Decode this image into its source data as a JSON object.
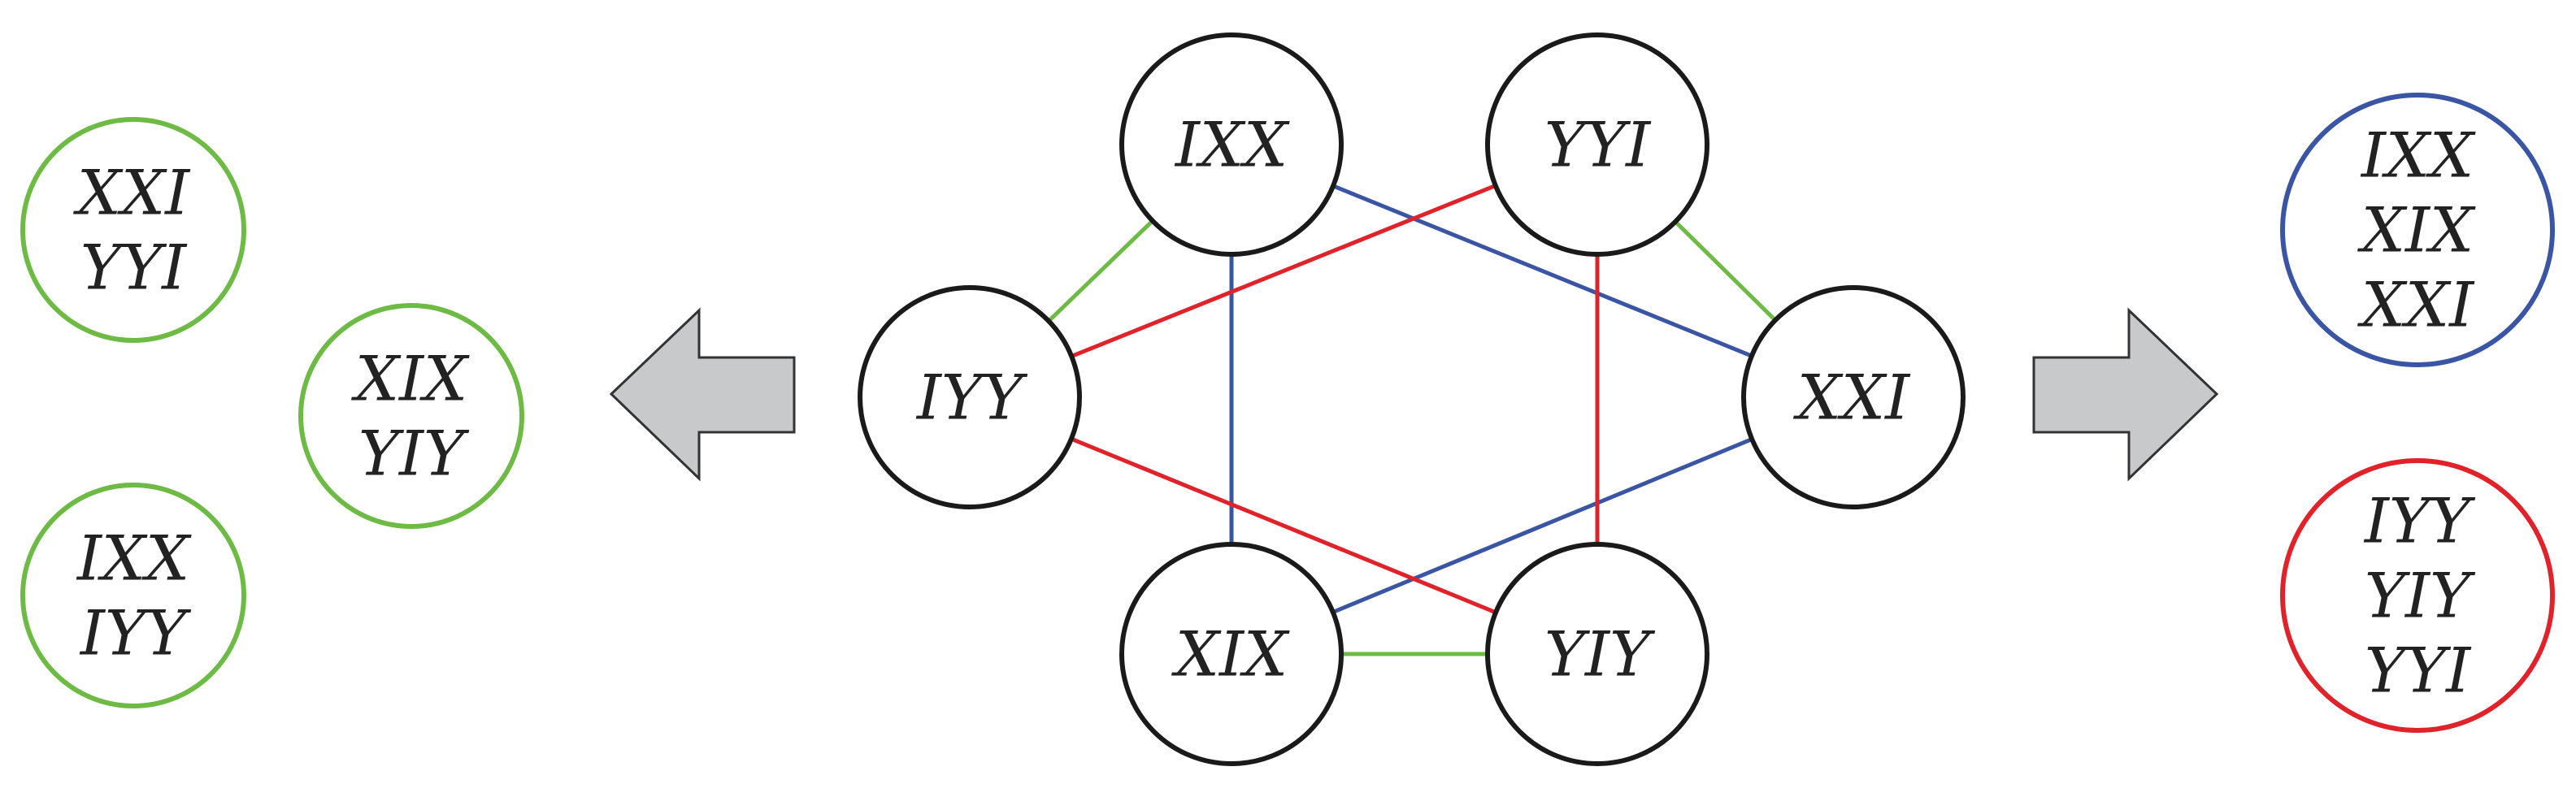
{
  "colors": {
    "green": "#6dbb45",
    "blue": "#3a55a4",
    "red": "#e0232a",
    "black": "#1a1a1a",
    "arrow_fill": "#c8c9cb",
    "arrow_stroke": "#333333"
  },
  "graph": {
    "nodes": [
      {
        "id": "IXX",
        "label": "IXX"
      },
      {
        "id": "YYI",
        "label": "YYI"
      },
      {
        "id": "IYY",
        "label": "IYY"
      },
      {
        "id": "XXI",
        "label": "XXI"
      },
      {
        "id": "XIX",
        "label": "XIX"
      },
      {
        "id": "YIY",
        "label": "YIY"
      }
    ],
    "edges": [
      {
        "from": "IXX",
        "to": "IYY",
        "color": "green"
      },
      {
        "from": "YYI",
        "to": "XXI",
        "color": "green"
      },
      {
        "from": "XIX",
        "to": "YIY",
        "color": "green"
      },
      {
        "from": "IXX",
        "to": "XIX",
        "color": "blue"
      },
      {
        "from": "IXX",
        "to": "XXI",
        "color": "blue"
      },
      {
        "from": "XIX",
        "to": "XXI",
        "color": "blue"
      },
      {
        "from": "IYY",
        "to": "YYI",
        "color": "red"
      },
      {
        "from": "IYY",
        "to": "YIY",
        "color": "red"
      },
      {
        "from": "YYI",
        "to": "YIY",
        "color": "red"
      }
    ]
  },
  "left_groups": [
    {
      "lines": [
        "XXI",
        "YYI"
      ],
      "color": "green"
    },
    {
      "lines": [
        "XIX",
        "YIY"
      ],
      "color": "green"
    },
    {
      "lines": [
        "IXX",
        "IYY"
      ],
      "color": "green"
    }
  ],
  "right_groups": [
    {
      "lines": [
        "IXX",
        "XIX",
        "XXI"
      ],
      "color": "blue"
    },
    {
      "lines": [
        "IYY",
        "YIY",
        "YYI"
      ],
      "color": "red"
    }
  ]
}
